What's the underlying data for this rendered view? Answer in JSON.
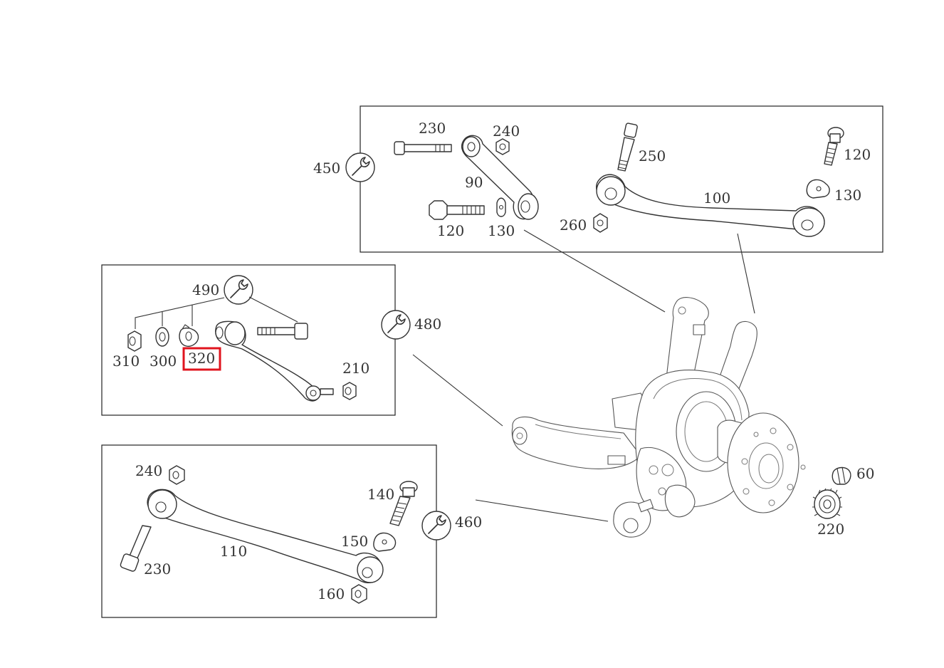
{
  "highlight_color": "#e0141e",
  "labels": {
    "g450": "450",
    "g450_230": "230",
    "g450_240": "240",
    "g450_90": "90",
    "g450_120a": "120",
    "g450_130a": "130",
    "g450_250": "250",
    "g450_120b": "120",
    "g450_100": "100",
    "g450_130b": "130",
    "g450_260": "260",
    "g480": "480",
    "g480_490": "490",
    "g480_310": "310",
    "g480_300": "300",
    "g480_320": "320",
    "g480_210": "210",
    "g460": "460",
    "g460_240": "240",
    "g460_140": "140",
    "g460_110": "110",
    "g460_150": "150",
    "g460_230": "230",
    "g460_160": "160",
    "hub_60": "60",
    "hub_220": "220"
  },
  "icons": {
    "group_tool": "wrench-icon"
  }
}
